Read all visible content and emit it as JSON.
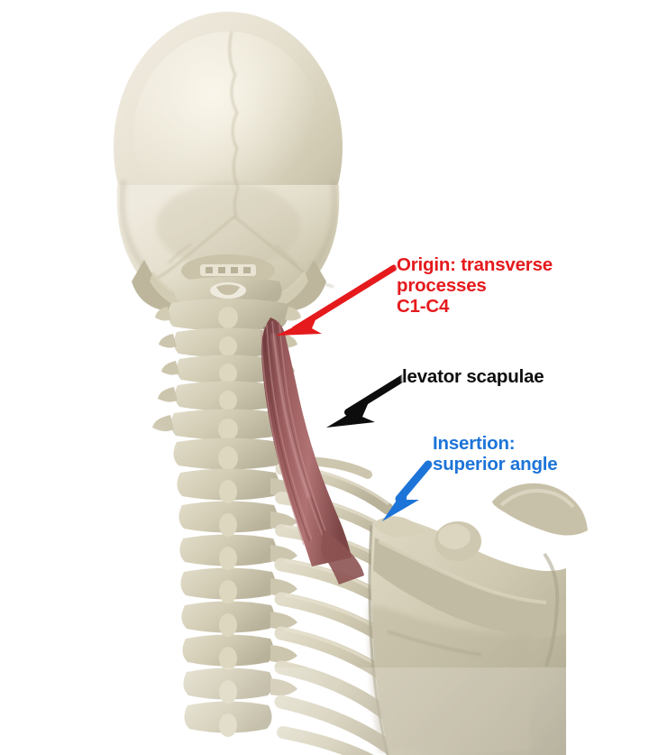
{
  "figure": {
    "subject": "levator scapulae muscle anatomy",
    "view": "posterior view of skull, cervical and thoracic spine, rib cage and scapula",
    "background_color": "#ffffff",
    "bone_color": "#cdc7b0",
    "muscle_color": "#9e5f5f"
  },
  "annotations": [
    {
      "id": "origin",
      "text": "Origin: transverse\nprocesses\nC1-C4",
      "color": "#e51a1d",
      "arrow_color": "#e51a1d",
      "icon": "arrow-left-down-icon",
      "points_to": "transverse processes of C1-C4"
    },
    {
      "id": "muscle",
      "text": "levator scapulae",
      "color": "#0d0d0d",
      "arrow_color": "#0d0d0d",
      "icon": "arrow-left-down-icon",
      "points_to": "levator scapulae muscle belly"
    },
    {
      "id": "insertion",
      "text": "Insertion:\nsuperior angle",
      "color": "#1d74d8",
      "arrow_color": "#1d74d8",
      "icon": "arrow-left-down-icon",
      "points_to": "superior angle of the scapula"
    }
  ]
}
